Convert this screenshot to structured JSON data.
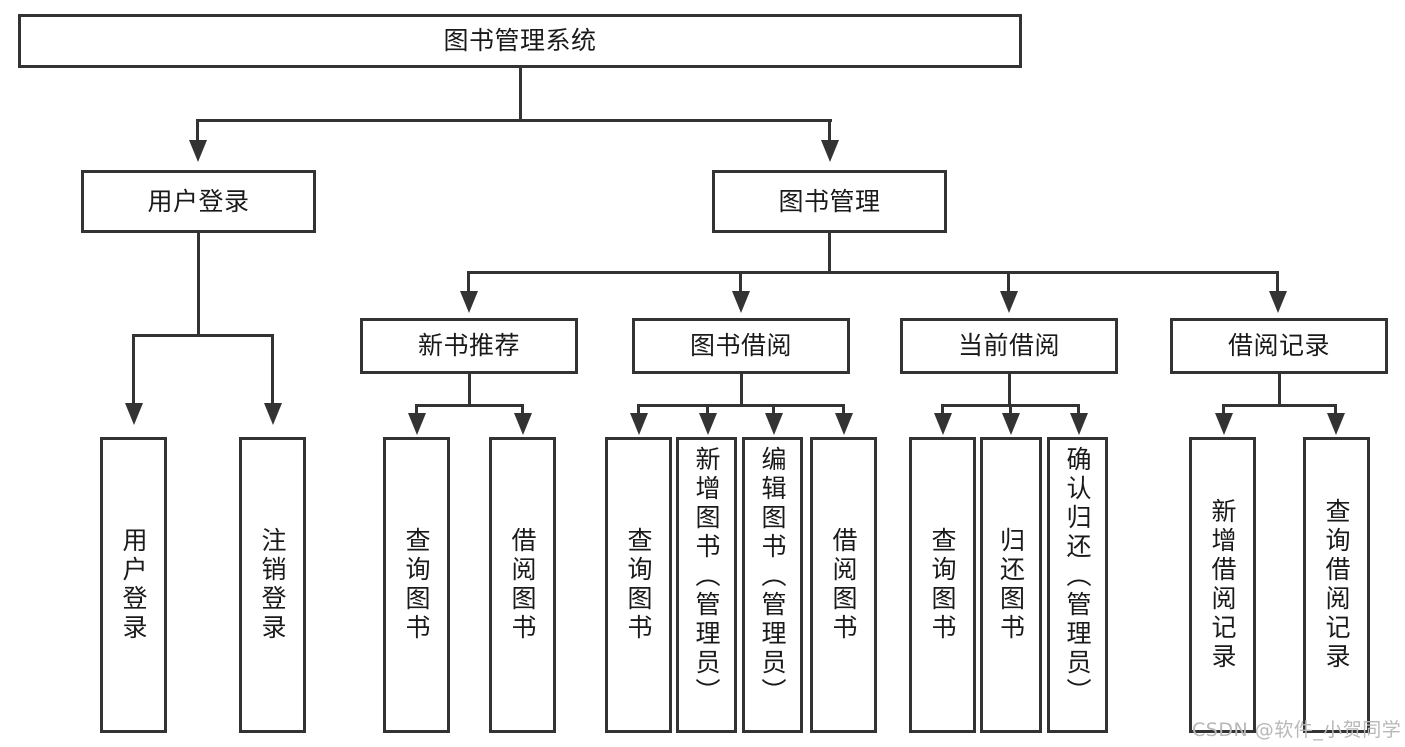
{
  "diagram": {
    "title": "图书管理系统",
    "type": "tree",
    "orientation": "top-down",
    "colors": {
      "stroke": "#333333",
      "fill": "#ffffff",
      "text": "#1a1a1a",
      "watermark": "#b8b8b8"
    },
    "root": {
      "id": "root",
      "label": "图书管理系统"
    },
    "level2": [
      {
        "id": "user-login",
        "label": "用户登录"
      },
      {
        "id": "book-management",
        "label": "图书管理"
      }
    ],
    "level3": [
      {
        "id": "new-book-recommend",
        "label": "新书推荐",
        "parent": "book-management"
      },
      {
        "id": "book-borrow",
        "label": "图书借阅",
        "parent": "book-management"
      },
      {
        "id": "current-borrow",
        "label": "当前借阅",
        "parent": "book-management"
      },
      {
        "id": "borrow-record",
        "label": "借阅记录",
        "parent": "book-management"
      }
    ],
    "leaves": {
      "user_login": [
        {
          "id": "leaf-user-login",
          "label": "用户登录"
        },
        {
          "id": "leaf-logout-login",
          "label": "注销登录"
        }
      ],
      "new_book_recommend": [
        {
          "id": "leaf-query-book-1",
          "label": "查询图书"
        },
        {
          "id": "leaf-borrow-book-1",
          "label": "借阅图书"
        }
      ],
      "book_borrow": [
        {
          "id": "leaf-query-book-2",
          "label": "查询图书"
        },
        {
          "id": "leaf-add-book",
          "label": "新增图书（管理员）"
        },
        {
          "id": "leaf-edit-book",
          "label": "编辑图书（管理员）"
        },
        {
          "id": "leaf-borrow-book-2",
          "label": "借阅图书"
        }
      ],
      "current_borrow": [
        {
          "id": "leaf-query-book-3",
          "label": "查询图书"
        },
        {
          "id": "leaf-return-book",
          "label": "归还图书"
        },
        {
          "id": "leaf-confirm-return",
          "label": "确认归还（管理员）"
        }
      ],
      "borrow_record": [
        {
          "id": "leaf-add-record",
          "label": "新增借阅记录"
        },
        {
          "id": "leaf-query-record",
          "label": "查询借阅记录"
        }
      ]
    }
  },
  "watermark": {
    "text": "CSDN @软件_小贺同学"
  }
}
